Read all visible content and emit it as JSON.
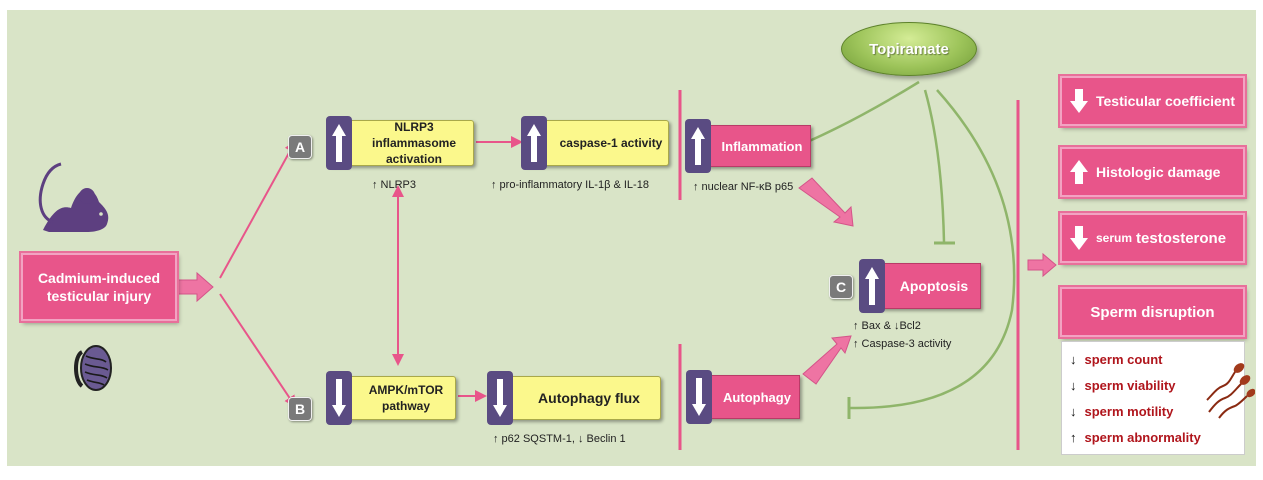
{
  "sources": {
    "cadmium": "Cadmium-induced testicular injury",
    "topiramate": "Topiramate"
  },
  "pathway_a": {
    "letter": "A",
    "nlrp3_box": "NLRP3 inflammasome activation",
    "nlrp3_note": "↑ NLRP3",
    "caspase_box": "caspase-1 activity",
    "caspase_note": "↑ pro-inflammatory  IL-1β & IL-18",
    "inflammation_box": "Inflammation",
    "inflammation_note": "↑ nuclear NF-κB p65"
  },
  "pathway_b": {
    "letter": "B",
    "ampk_box": "AMPK/mTOR pathway",
    "autophagy_flux_box": "Autophagy flux",
    "autophagy_flux_note": "↑ p62 SQSTM-1, ↓ Beclin 1",
    "autophagy_box": "Autophagy"
  },
  "pathway_c": {
    "letter": "C",
    "apoptosis_box": "Apoptosis",
    "apoptosis_note_1": "↑ Bax & ↓Bcl2",
    "apoptosis_note_2": "↑ Caspase-3 activity"
  },
  "outcomes": {
    "testicular_coefficient": "Testicular coefficient",
    "histologic_damage": "Histologic damage",
    "serum_testosterone_prefix": "serum",
    "serum_testosterone": "testosterone",
    "sperm_disruption": "Sperm disruption",
    "sperm_items": [
      {
        "arrow": "↓",
        "label": "sperm count"
      },
      {
        "arrow": "↓",
        "label": "sperm viability"
      },
      {
        "arrow": "↓",
        "label": "sperm motility"
      },
      {
        "arrow": "↑",
        "label": "sperm abnormality"
      }
    ]
  },
  "colors": {
    "background": "#d9e4c7",
    "pink": "#e8558a",
    "yellow": "#fbf88c",
    "purple": "#5a4b82",
    "green": "#8fb56a",
    "dark_red": "#b0151c"
  },
  "icons": [
    "mouse-icon",
    "testis-icon",
    "sperm-icon",
    "up-arrow-icon",
    "down-arrow-icon"
  ]
}
